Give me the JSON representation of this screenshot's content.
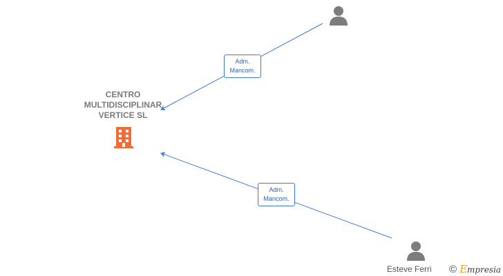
{
  "company": {
    "name_lines": [
      "CENTRO",
      "MULTIDISCIPLINAR",
      "VERTICE  SL"
    ],
    "icon": "building-icon",
    "color": "#f26b3a"
  },
  "persons": [
    {
      "label": "",
      "icon": "person-icon"
    },
    {
      "label": "Esteve Ferri",
      "icon": "person-icon"
    }
  ],
  "relations": [
    {
      "from": "person-1",
      "to": "company",
      "label_lines": [
        "Adm.",
        "Mancom."
      ]
    },
    {
      "from": "person-2",
      "to": "company",
      "label_lines": [
        "Adm.",
        "Mancom."
      ]
    }
  ],
  "colors": {
    "edge": "#3a7bd5",
    "person": "#7d7d7d",
    "text": "#7a7a7a"
  },
  "watermark": {
    "symbol": "©",
    "brand_initial": "E",
    "brand_rest": "mpresia"
  }
}
